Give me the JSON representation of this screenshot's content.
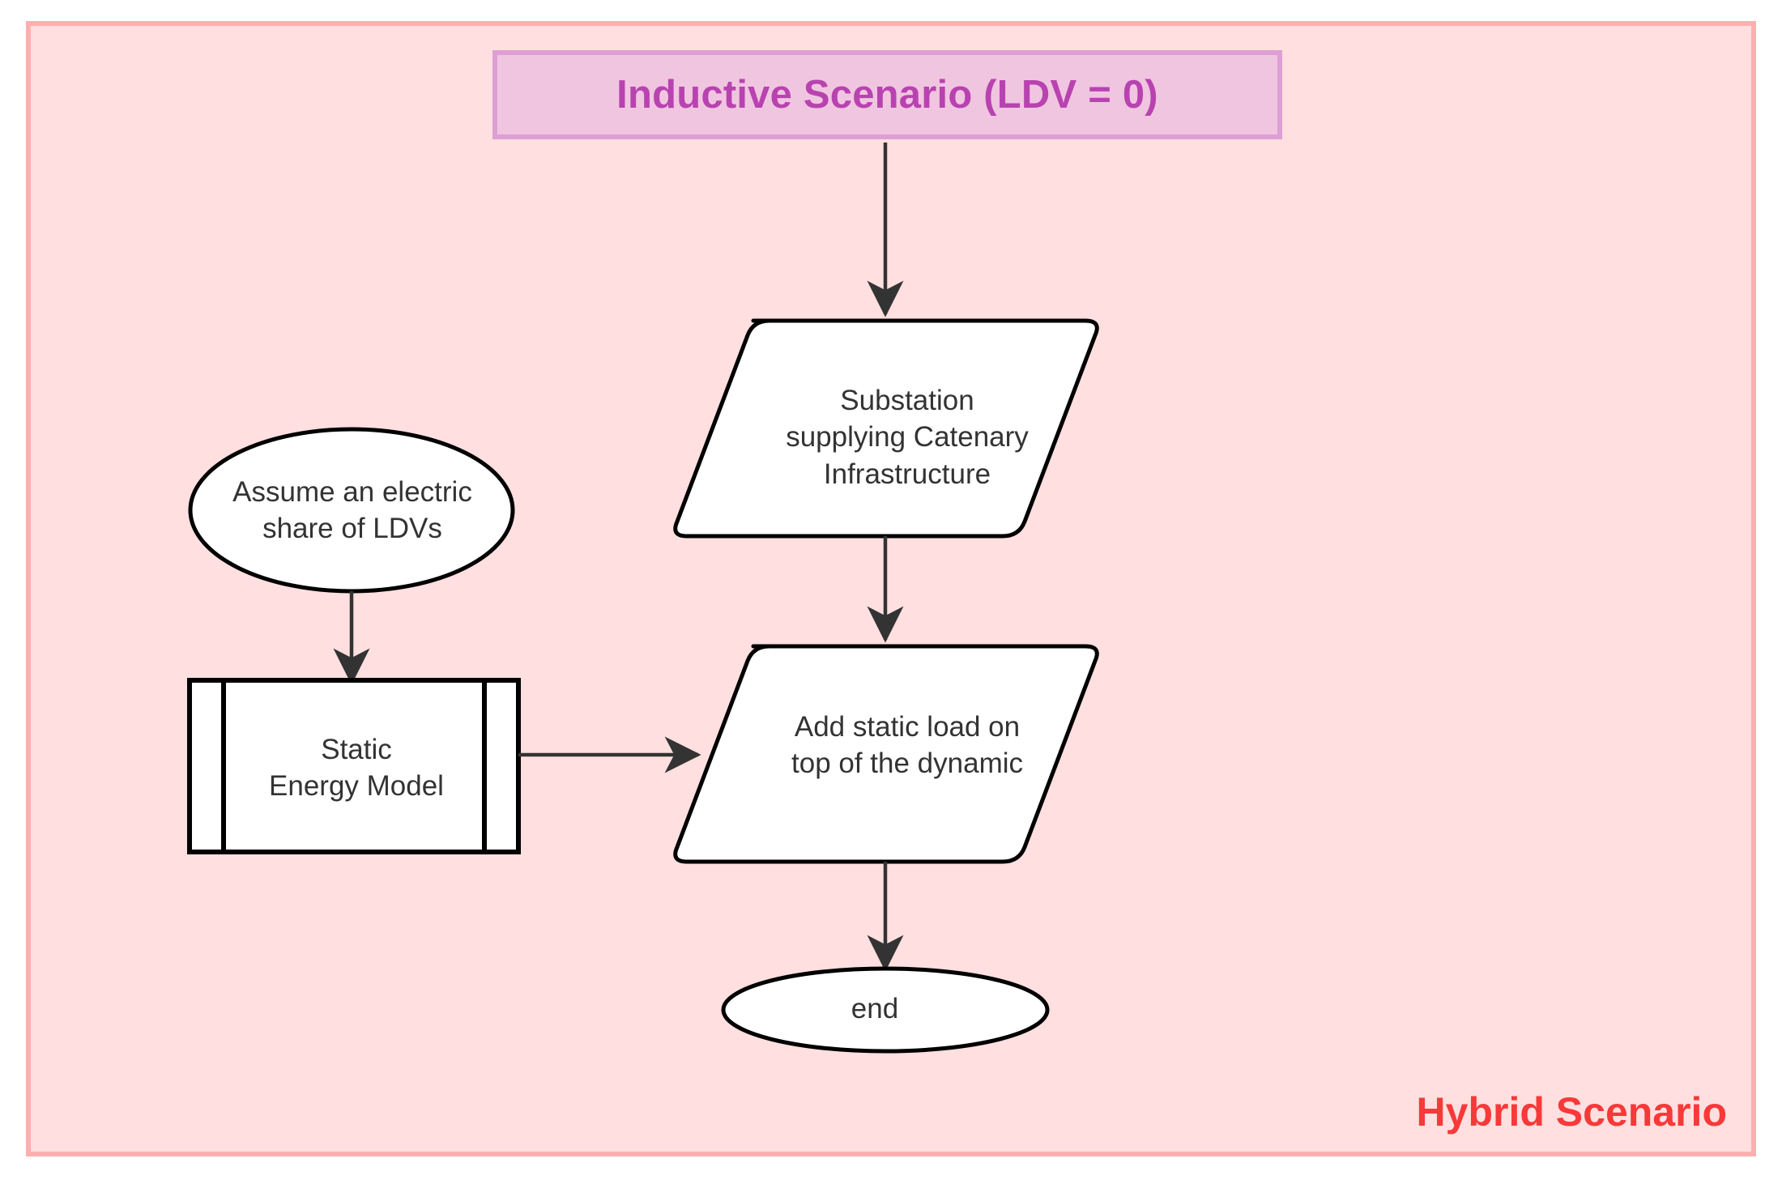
{
  "diagram": {
    "title": "Inductive Scenario (LDV = 0)",
    "corner_caption": "Hybrid Scenario",
    "frame_color": "#ffdfdf",
    "frame_border_color": "#ffafaf",
    "title_fill_color": "#f0c5e0",
    "title_border_color": "#dd9fd4",
    "title_text_color": "#b843b0",
    "caption_color": "#f73939",
    "node_fill_color": "#ffffff",
    "node_stroke_color": "#000000",
    "node_text_color": "#333333",
    "edge_color": "#333333",
    "nodes": [
      {
        "id": "title",
        "shape": "banner",
        "label": "Inductive Scenario (LDV = 0)"
      },
      {
        "id": "substation",
        "shape": "parallelogram",
        "label": "Substation\nsupplying Catenary\nInfrastructure"
      },
      {
        "id": "assume",
        "shape": "ellipse",
        "label": "Assume an electric\nshare of LDVs"
      },
      {
        "id": "static_model",
        "shape": "subroutine",
        "label": "Static\nEnergy Model"
      },
      {
        "id": "add_static",
        "shape": "parallelogram",
        "label": "Add static load on\ntop of the dynamic"
      },
      {
        "id": "end",
        "shape": "ellipse",
        "label": "end"
      }
    ],
    "edges": [
      {
        "id": "e1",
        "from": "title",
        "to": "substation",
        "direction": "down",
        "label": ""
      },
      {
        "id": "e2",
        "from": "substation",
        "to": "add_static",
        "direction": "down",
        "label": ""
      },
      {
        "id": "e3",
        "from": "assume",
        "to": "static_model",
        "direction": "down",
        "label": ""
      },
      {
        "id": "e4",
        "from": "static_model",
        "to": "add_static",
        "direction": "right",
        "label": ""
      },
      {
        "id": "e5",
        "from": "add_static",
        "to": "end",
        "direction": "down",
        "label": ""
      }
    ]
  }
}
